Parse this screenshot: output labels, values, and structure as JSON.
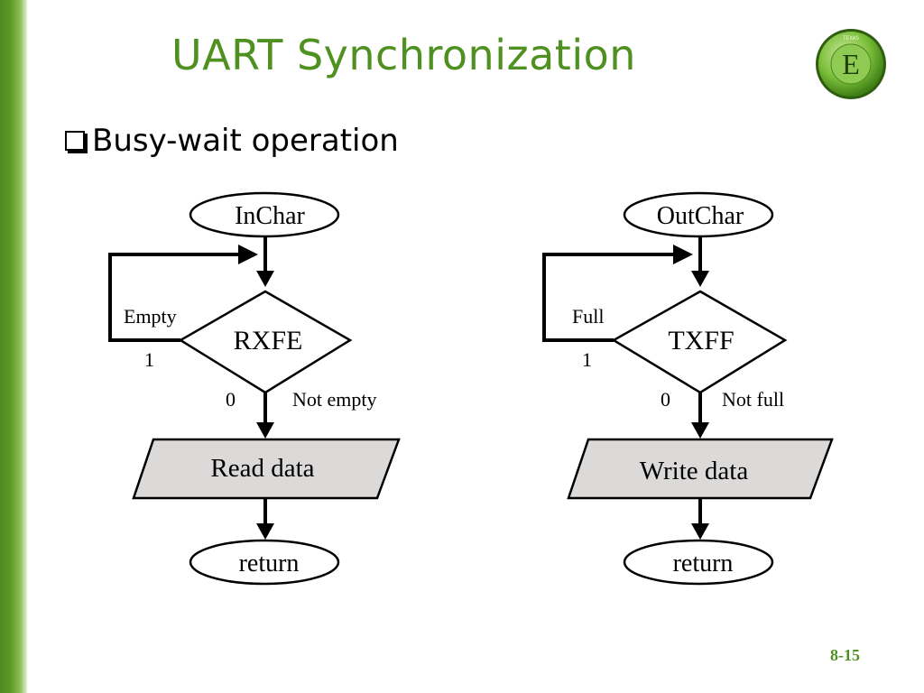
{
  "slide": {
    "title": "UART Synchronization",
    "bullet": "Busy-wait operation",
    "page_number": "8-15",
    "accent_color": "#4f9120"
  },
  "logo": {
    "letter": "E",
    "ring_text": "TEXAS"
  },
  "left_flow": {
    "start": "InChar",
    "decision": "RXFE",
    "loop_label": "Empty",
    "loop_value": "1",
    "exit_value": "0",
    "exit_label": "Not empty",
    "action": "Read data",
    "end": "return"
  },
  "right_flow": {
    "start": "OutChar",
    "decision": "TXFF",
    "loop_label": "Full",
    "loop_value": "1",
    "exit_value": "0",
    "exit_label": "Not full",
    "action": "Write data",
    "end": "return"
  }
}
